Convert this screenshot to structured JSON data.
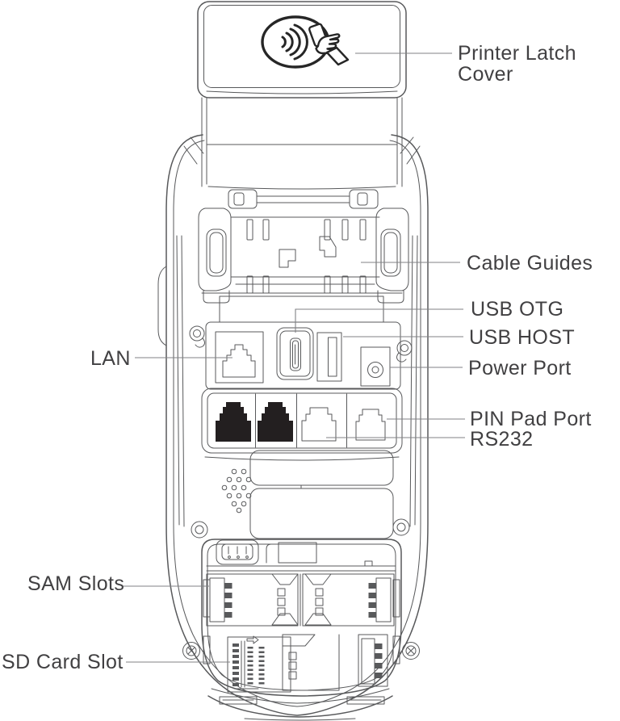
{
  "diagram": {
    "description": "Payment terminal rear view technical line diagram with callouts",
    "labels": {
      "printer_latch_line1": "Printer Latch",
      "printer_latch_line2": "Cover",
      "cable_guides": "Cable Guides",
      "usb_otg": "USB OTG",
      "usb_host": "USB HOST",
      "power_port": "Power Port",
      "pin_pad_port": "PIN Pad Port",
      "rs232": "RS232",
      "lan": "LAN",
      "sam_slots": "SAM Slots",
      "sd_card_slot": "SD Card Slot"
    },
    "icons": {
      "contactless": "contactless-payment-icon"
    },
    "colors": {
      "line": "#58595b",
      "leader_line": "#808285",
      "label_text": "#414042",
      "jack_fill": "#231f20",
      "background": "#ffffff"
    }
  }
}
